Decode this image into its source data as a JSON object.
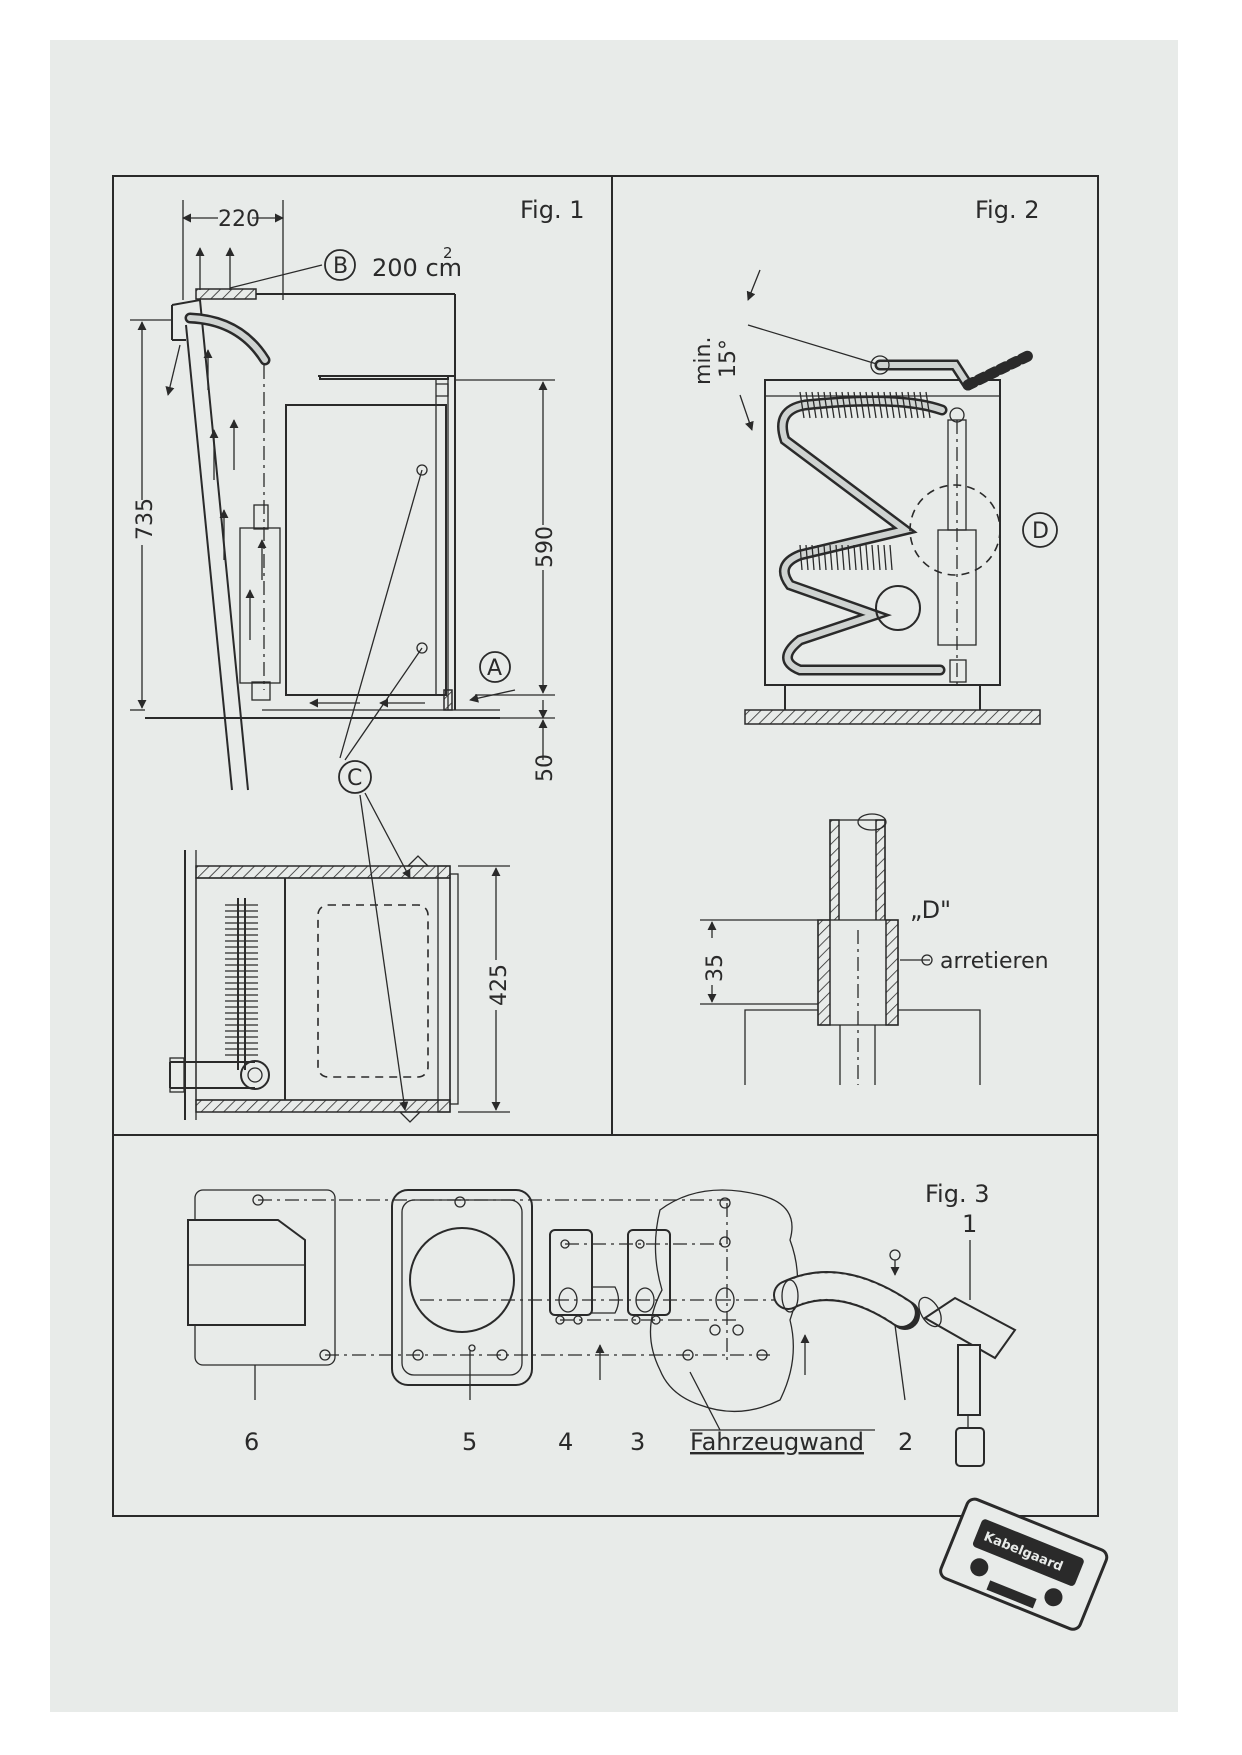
{
  "figures": {
    "fig1": {
      "title": "Fig. 1",
      "dim_top": "220",
      "callout_b": "B",
      "area": "200 cm",
      "area_sup": "2",
      "dim_height": "735",
      "dim_inner": "590",
      "callout_a": "A",
      "dim_bottom": "50",
      "callout_c": "C",
      "dim_width": "425"
    },
    "fig2": {
      "title": "Fig. 2",
      "angle_min": "min.",
      "angle_val": "15°",
      "callout_d": "D",
      "detail_label": "„D\"",
      "dim_detail": "35",
      "lock_label": "arretieren"
    },
    "fig3": {
      "title": "Fig. 3",
      "parts": [
        "6",
        "5",
        "4",
        "3",
        "2",
        "1"
      ],
      "wall_label": "Fahrzeugwand"
    }
  },
  "logo_text": "Kabelgaard"
}
